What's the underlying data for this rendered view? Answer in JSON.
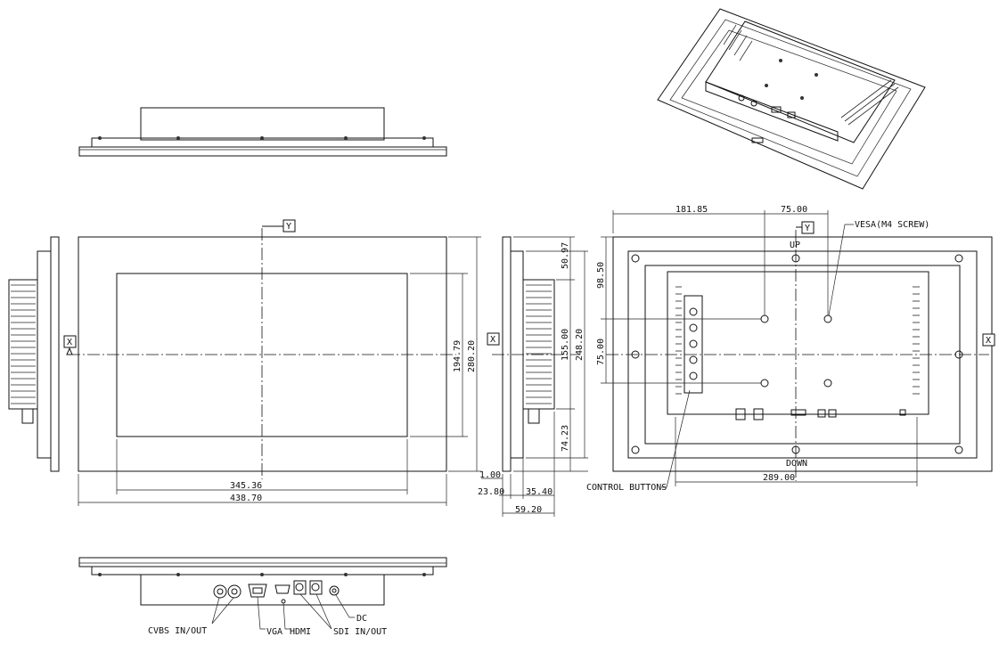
{
  "dimensions": {
    "front_width": "438.70",
    "front_view_width": "345.36",
    "front_height": "280.20",
    "front_view_height": "194.79",
    "side_depth_total": "59.20",
    "side_depth_a": "23.80",
    "side_depth_b": "35.40",
    "side_offset": "1.00",
    "side_height": "248.20",
    "side_mid": "155.00",
    "side_top": "50.97",
    "side_bottom": "74.23",
    "rear_vesa_x": "181.85",
    "rear_vesa_spacing": "75.00",
    "rear_vesa_spacing_v": "75.00",
    "rear_top": "98.50",
    "rear_width": "289.00"
  },
  "labels": {
    "axis_x": "X",
    "axis_y": "Y",
    "vesa": "VESA(M4 SCREW)",
    "control_buttons": "CONTROL BUTTONS",
    "down": "DOWN",
    "up": "UP",
    "cvbs": "CVBS IN/OUT",
    "vga": "VGA",
    "hdmi": "HDMI",
    "sdi": "SDI IN/OUT",
    "dc": "DC"
  }
}
